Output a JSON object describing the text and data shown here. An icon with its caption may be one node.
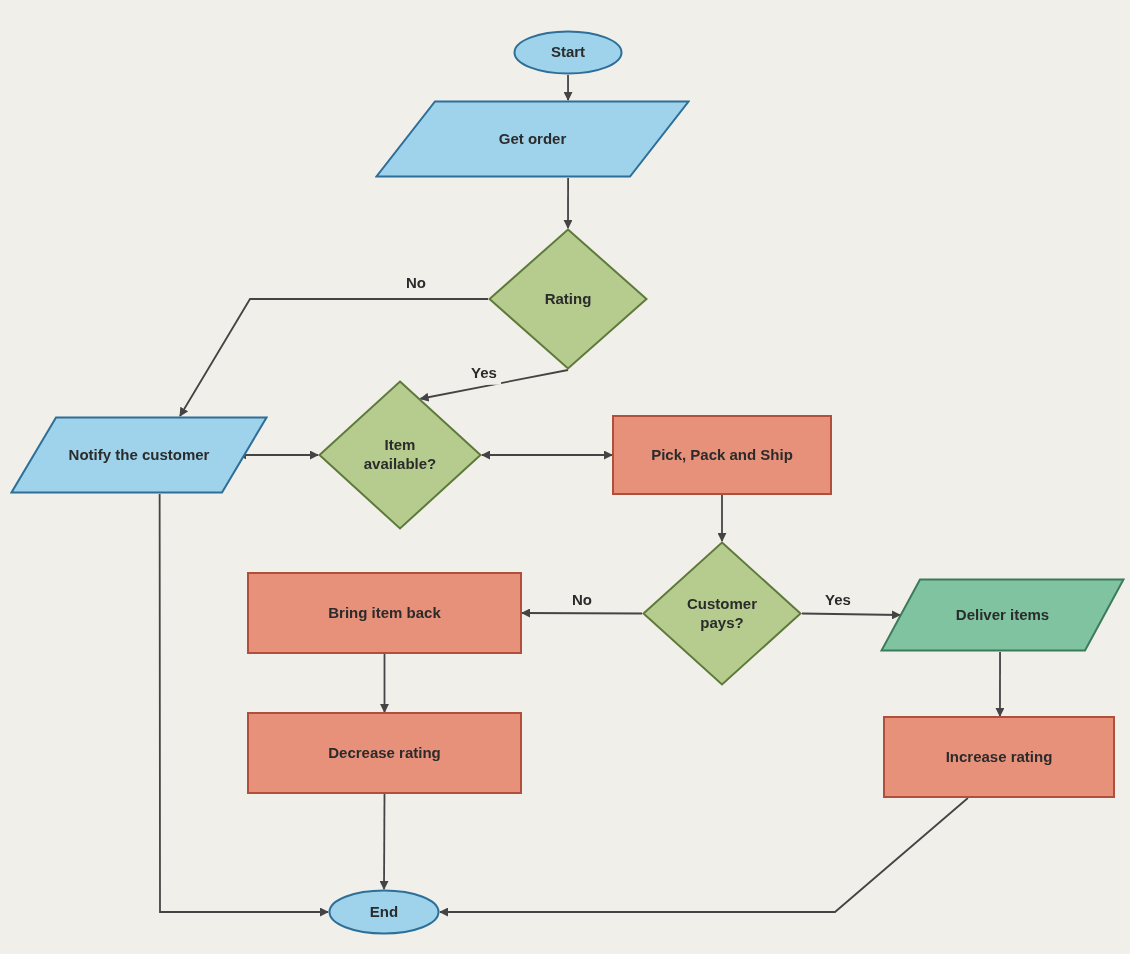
{
  "diagram": {
    "nodes": [
      {
        "text": [
          "Start"
        ]
      },
      {
        "text": [
          "Get order"
        ]
      },
      {
        "text": [
          "Rating"
        ]
      },
      {
        "text": [
          "Notify the customer"
        ]
      },
      {
        "text": [
          "Item available?"
        ]
      },
      {
        "text": [
          "Pick, Pack and Ship"
        ]
      },
      {
        "text": [
          "Customer pays?"
        ]
      },
      {
        "text": [
          "Bring item back"
        ]
      },
      {
        "text": [
          "Deliver items"
        ]
      },
      {
        "text": [
          "Decrease rating"
        ]
      },
      {
        "text": [
          "Increase rating"
        ]
      },
      {
        "text": [
          "End"
        ]
      }
    ],
    "edges": [
      {
        "from": 0,
        "to": 1,
        "arrow": "to"
      },
      {
        "from": 1,
        "to": 2,
        "arrow": "to"
      },
      {
        "from": 2,
        "to": 3,
        "arrow": "to",
        "label": "No"
      },
      {
        "from": 2,
        "to": 4,
        "arrow": "to",
        "label": "Yes"
      },
      {
        "from": 3,
        "to": 4,
        "arrow": "both"
      },
      {
        "from": 4,
        "to": 5,
        "arrow": "both"
      },
      {
        "from": 5,
        "to": 6,
        "arrow": "to"
      },
      {
        "from": 6,
        "to": 7,
        "arrow": "to",
        "label": "No"
      },
      {
        "from": 6,
        "to": 8,
        "arrow": "to",
        "label": "Yes"
      },
      {
        "from": 7,
        "to": 9,
        "arrow": "to"
      },
      {
        "from": 8,
        "to": 10,
        "arrow": "to"
      },
      {
        "from": 9,
        "to": 11,
        "arrow": "to"
      },
      {
        "from": 3,
        "to": 11,
        "arrow": "to"
      },
      {
        "from": 10,
        "to": 11,
        "arrow": "to"
      }
    ]
  }
}
